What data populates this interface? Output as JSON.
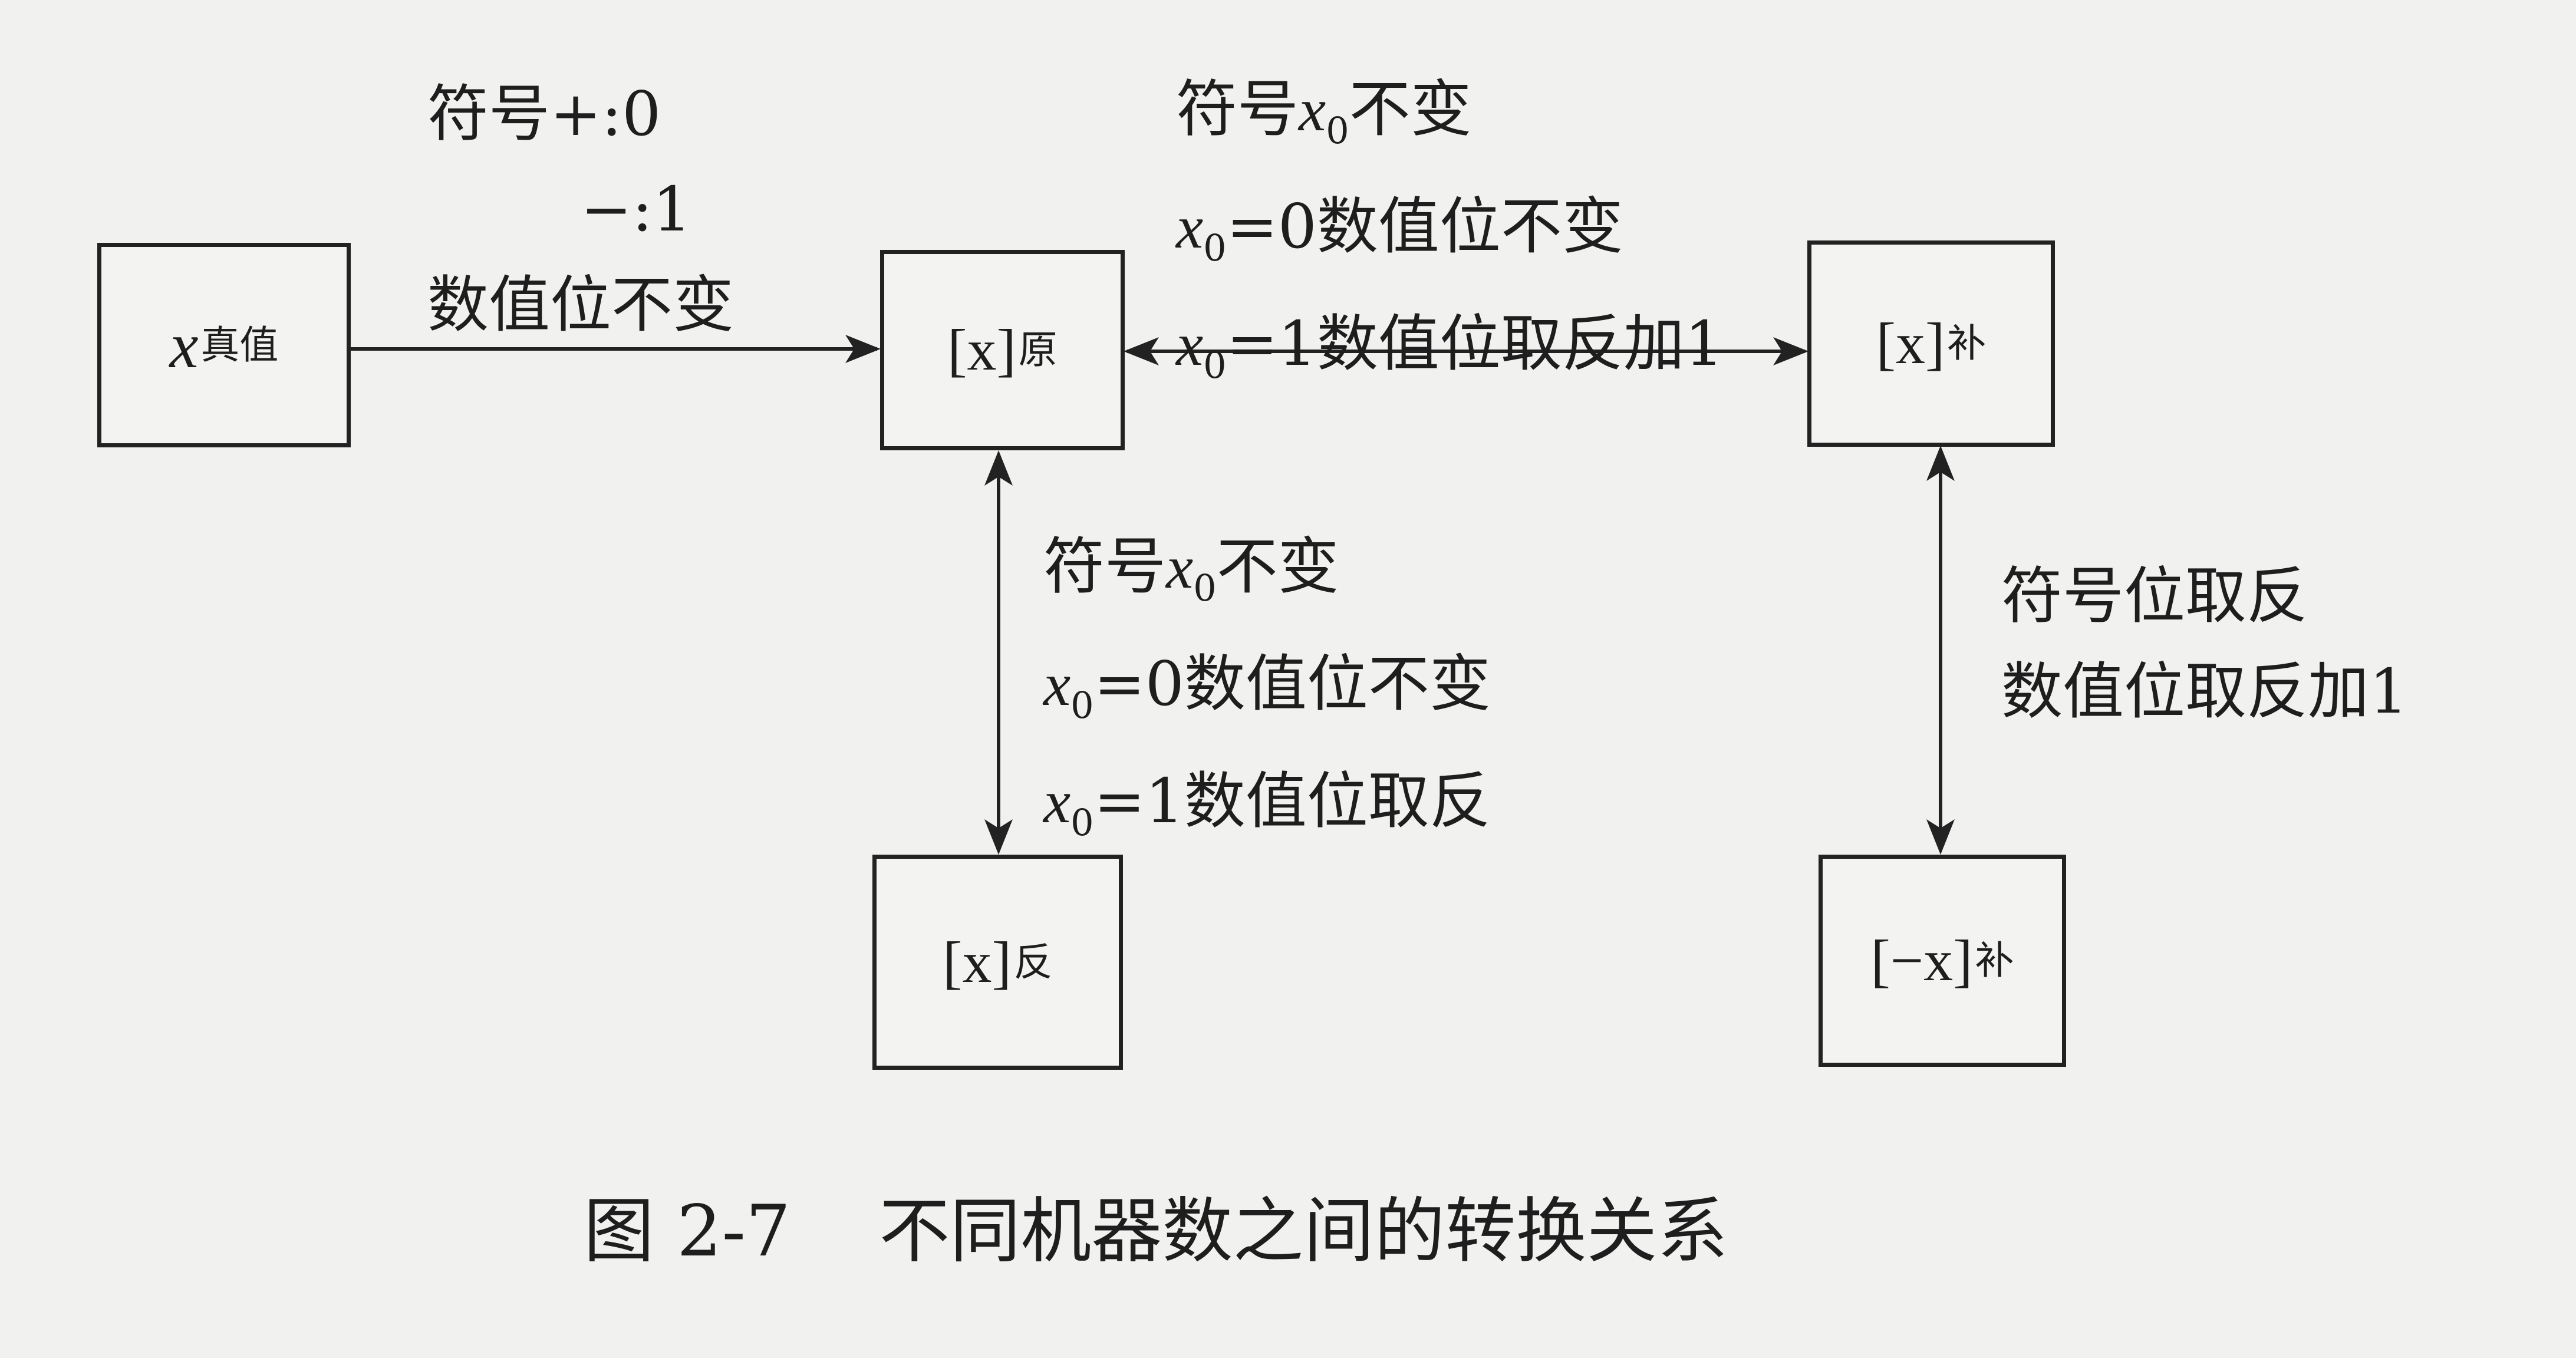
{
  "boxes": {
    "true_value": {
      "var": "x",
      "sub": "真值"
    },
    "sign_magnitude": {
      "main": "[x]",
      "sub": "原"
    },
    "twos_complement": {
      "main": "[x]",
      "sub": "补"
    },
    "ones_complement": {
      "main": "[x]",
      "sub": "反"
    },
    "neg_twos_complement": {
      "main": "[−x]",
      "sub": "补"
    }
  },
  "labels": {
    "true_to_original": {
      "line1": "符号+:0",
      "line2": "−:1",
      "line3": "数值位不变"
    },
    "original_to_twos": {
      "line1_prefix": "符号",
      "line1_var": "x",
      "line1_sub": "0",
      "line1_suffix": "不变",
      "line2_var": "x",
      "line2_sub": "0",
      "line2_text": "=0数值位不变",
      "line3_var": "x",
      "line3_sub": "0",
      "line3_text": "=1数值位取反加1"
    },
    "original_to_ones": {
      "line1_prefix": "符号",
      "line1_var": "x",
      "line1_sub": "0",
      "line1_suffix": "不变",
      "line2_var": "x",
      "line2_sub": "0",
      "line2_text": "=0数值位不变",
      "line3_var": "x",
      "line3_sub": "0",
      "line3_text": "=1数值位取反"
    },
    "twos_to_neg": {
      "line1": "符号位取反",
      "line2": "数值位取反加1"
    }
  },
  "caption": {
    "number": "图 2-7",
    "title": "不同机器数之间的转换关系"
  }
}
